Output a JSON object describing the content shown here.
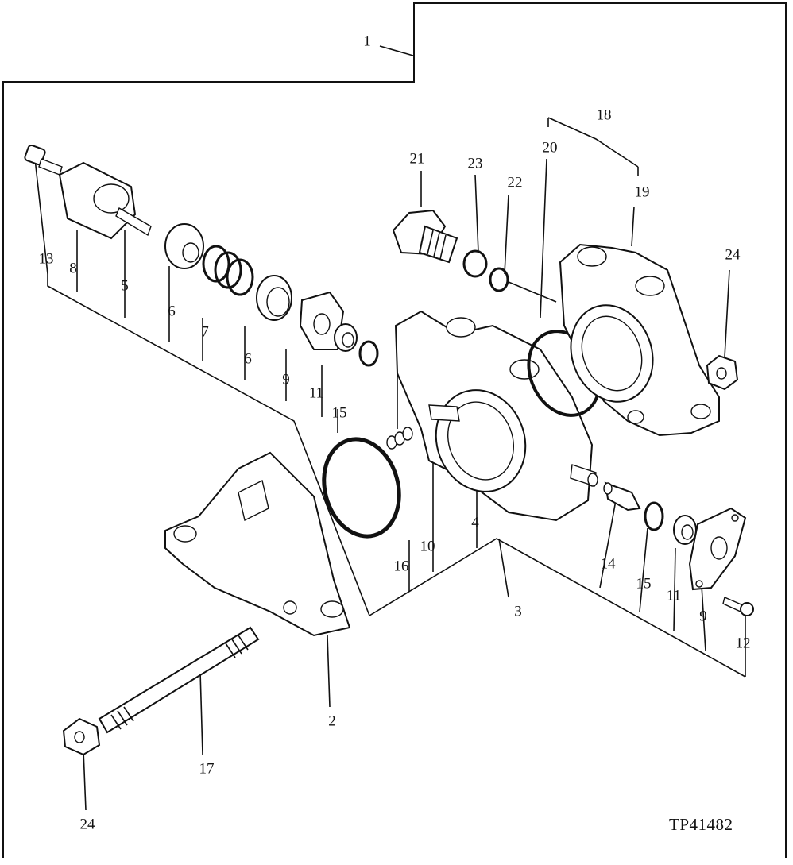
{
  "figure_code": "TP41482",
  "callouts": {
    "c1": "1",
    "c2": "2",
    "c3": "3",
    "c4": "4",
    "c5": "5",
    "c6a": "6",
    "c6b": "6",
    "c7": "7",
    "c8": "8",
    "c9a": "9",
    "c9b": "9",
    "c10": "10",
    "c11a": "11",
    "c11b": "11",
    "c12": "12",
    "c13": "13",
    "c14": "14",
    "c15a": "15",
    "c15b": "15",
    "c16": "16",
    "c17": "17",
    "c18": "18",
    "c19": "19",
    "c20": "20",
    "c21": "21",
    "c22": "22",
    "c23": "23",
    "c24a": "24",
    "c24b": "24"
  }
}
